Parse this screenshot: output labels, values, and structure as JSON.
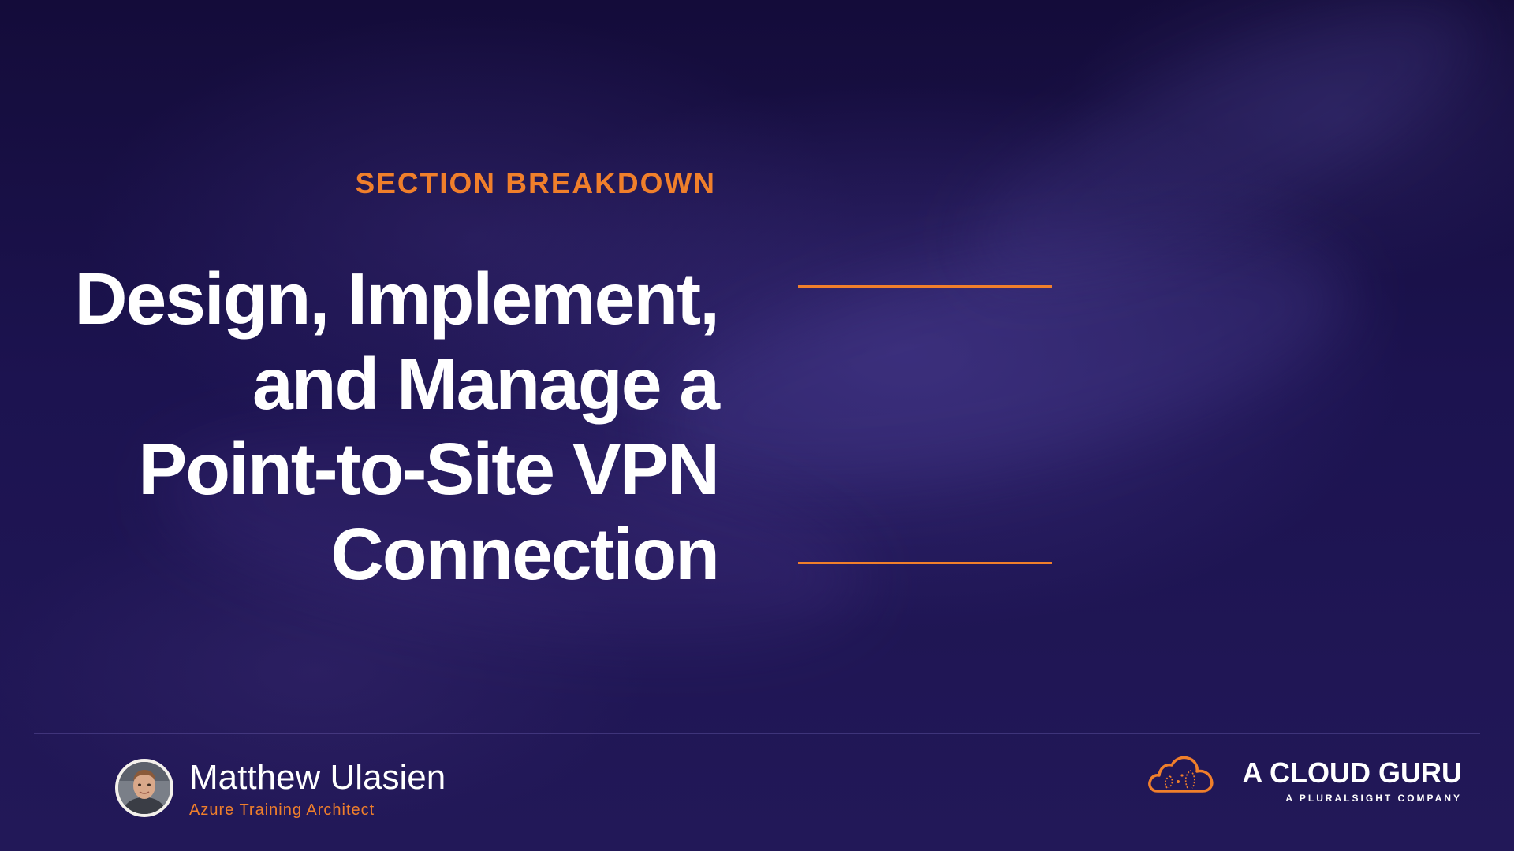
{
  "section": {
    "eyebrow": "SECTION BREAKDOWN",
    "title_lines": [
      "Design, Implement,",
      "and Manage a",
      "Point-to-Site VPN",
      "Connection"
    ]
  },
  "presenter": {
    "name": "Matthew Ulasien",
    "role": "Azure Training Architect"
  },
  "brand": {
    "name": "A CLOUD GURU",
    "tagline": "A PLURALSIGHT COMPANY",
    "icon": "cloud-logo-icon"
  },
  "colors": {
    "accent": "#f07f2b",
    "background": "#1a1248",
    "text": "#ffffff"
  }
}
